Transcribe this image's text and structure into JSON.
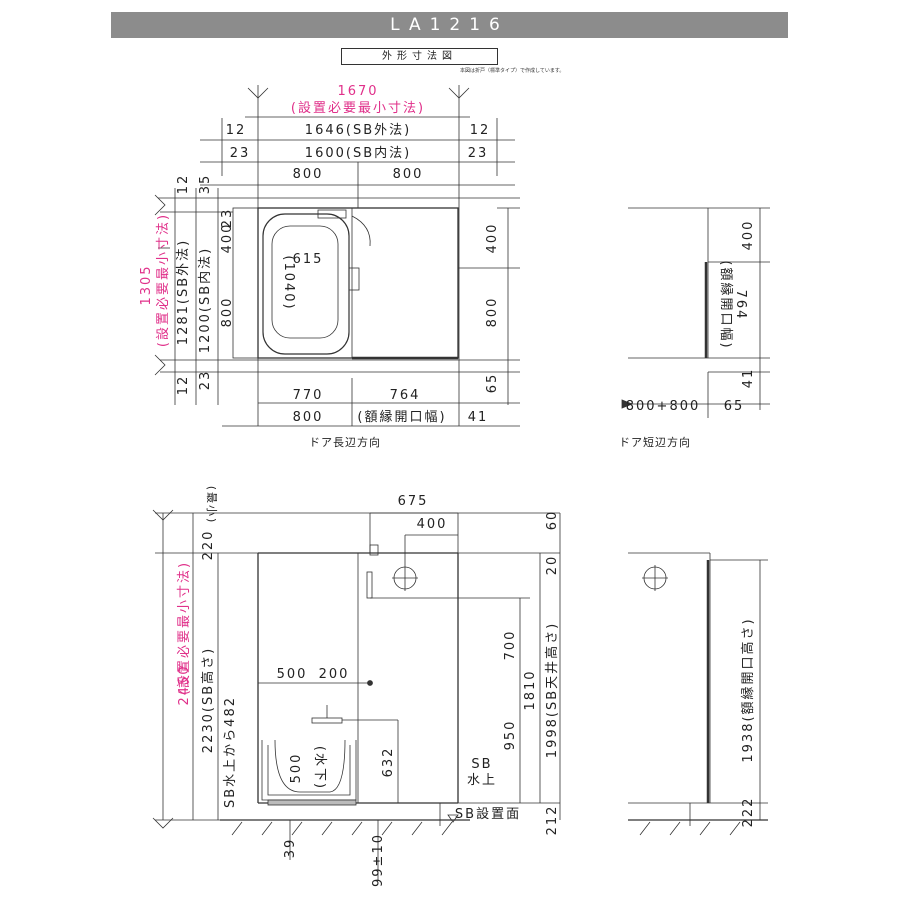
{
  "title": "LA1216",
  "subtitle": "外形寸法図",
  "note": "本図は折戸（標準タイプ）で作成しています。",
  "colors": {
    "accent_pink": "#e0308a",
    "header_gray": "#8c8c8c"
  },
  "plan": {
    "min_width": "1670",
    "min_width_label": "(設置必要最小寸法)",
    "sb_outer_w": "1646(SB外法)",
    "sb_inner_w": "1600(SB内法)",
    "d12": "12",
    "d23": "23",
    "d800": "800",
    "d35": "35",
    "d400": "400",
    "d65": "65",
    "d41": "41",
    "d770": "770",
    "d764": "764",
    "opening": "(額縁開口幅)",
    "tub_w": "615",
    "tub_l": "(1040)",
    "min_depth": "1305",
    "min_depth_label": "(設置必要最小寸法)",
    "sb_outer_d": "1281(SB外法)",
    "sb_inner_d": "1200(SB内法)",
    "caption": "ドア長辺方向"
  },
  "side_plan": {
    "d400": "400",
    "d764": "764",
    "opening": "(額縁開口幅)",
    "d41": "41",
    "d65": "65",
    "bottom": "800+800",
    "caption": "ドア短辺方向"
  },
  "elev": {
    "min_height": "2450",
    "min_height_label": "(設置必要最小寸法)",
    "min_tag": "(最小)",
    "d220": "220",
    "sb_height": "2230(SB高さ)",
    "water_level": "SB水上から482",
    "d675": "675",
    "d400": "400",
    "d500": "500",
    "d200": "200",
    "tub_depth": "500",
    "tub_depth_label": "(水下)",
    "d632": "632",
    "d700": "700",
    "d950": "950",
    "d1810": "1810",
    "ceiling": "1998(SB天井高さ)",
    "d60": "60",
    "d20": "20",
    "d212": "212",
    "d39": "39",
    "d99": "99±10",
    "sb_water_top": "SB",
    "sb_water_bottom": "水上",
    "sb_floor": "SB設置面"
  },
  "side_elev": {
    "opening_h": "1938(額縁開口高さ)",
    "d222": "222"
  }
}
